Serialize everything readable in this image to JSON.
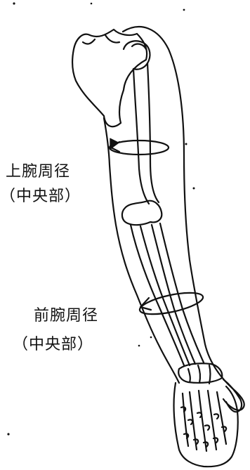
{
  "labels": {
    "upper_arm_line1": "上腕周径",
    "upper_arm_line2": "（中央部）",
    "forearm_line1": "前腕周径",
    "forearm_line2": "（中央部）"
  },
  "colors": {
    "ink": "#111111",
    "background": "#ffffff"
  }
}
